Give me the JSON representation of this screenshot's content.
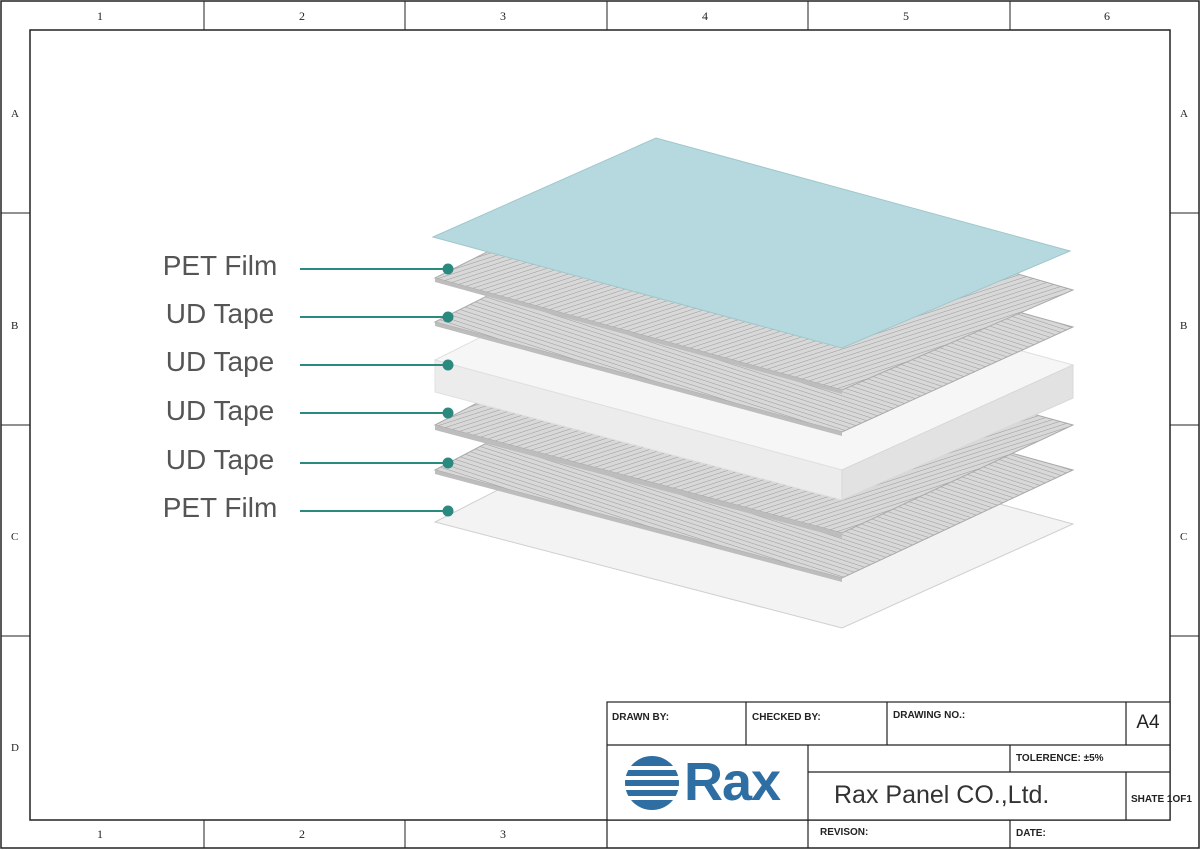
{
  "frame": {
    "columns": [
      "1",
      "2",
      "3",
      "4",
      "5",
      "6"
    ],
    "bottom_columns": [
      "1",
      "2",
      "3"
    ],
    "rows": [
      "A",
      "B",
      "C",
      "D"
    ]
  },
  "diagram": {
    "layers": [
      {
        "label": "PET Film",
        "color": "#b5d9de"
      },
      {
        "label": "UD Tape",
        "color": "#cfcfcf"
      },
      {
        "label": "UD Tape",
        "color": "#cfcfcf"
      },
      {
        "label": "UD Tape",
        "color": "#f2f2f2"
      },
      {
        "label": "UD Tape",
        "color": "#cfcfcf"
      },
      {
        "label": "PET Film",
        "color": "#efefef"
      }
    ],
    "leader_color": "#2a8a80"
  },
  "title_block": {
    "drawn_by": "DRAWN BY:",
    "checked_by": "CHECKED BY:",
    "drawing_no": "DRAWING NO.:",
    "size": "A4",
    "tolerance": "TOLERENCE:  ±5%",
    "logo": "Rax",
    "company": "Rax Panel CO.,Ltd.",
    "sheet": "SHATE 1OF1",
    "revision": "REVISON:",
    "date": "DATE:",
    "logo_color": "#2e6ea3"
  }
}
